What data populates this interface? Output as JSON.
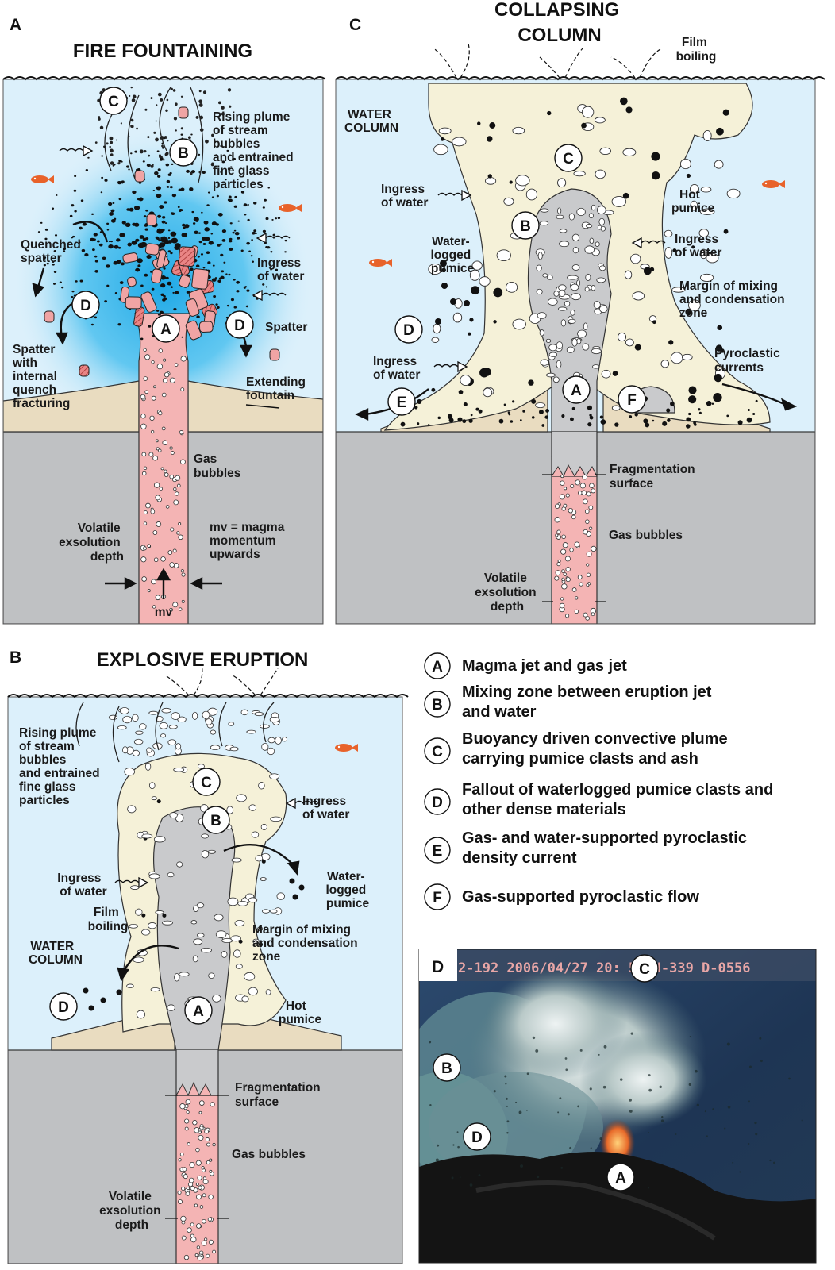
{
  "panels": {
    "a": {
      "letter": "A",
      "title": "FIRE FOUNTAINING",
      "labels": {
        "rising_plume": [
          "Rising plume",
          "of stream",
          "bubbles",
          "and entrained",
          "fine glass",
          "particles"
        ],
        "quenched_spatter": [
          "Quenched",
          "spatter"
        ],
        "ingress": [
          "Ingress",
          "of water"
        ],
        "spatter": "Spatter",
        "spatter_internal": [
          "Spatter",
          "with",
          "internal",
          "quench",
          "fracturing"
        ],
        "extending": [
          "Extending",
          "fountain"
        ],
        "gas_bubbles": [
          "Gas",
          "bubbles"
        ],
        "volatile": [
          "Volatile",
          "exsolution",
          "depth"
        ],
        "momentum": [
          "mv = magma",
          "momentum",
          "upwards"
        ],
        "mv": "mv"
      },
      "markers": [
        "C",
        "B",
        "D",
        "A",
        "D"
      ]
    },
    "c": {
      "letter": "C",
      "title": [
        "COLLAPSING",
        "COLUMN"
      ],
      "labels": {
        "film_boiling": [
          "Film",
          "boiling"
        ],
        "water_column": [
          "WATER",
          "COLUMN"
        ],
        "ingress1": [
          "Ingress",
          "of water"
        ],
        "hot_pumice": [
          "Hot",
          "pumice"
        ],
        "waterlogged": [
          "Water-",
          "logged",
          "pumice"
        ],
        "ingress2": [
          "Ingress",
          "of water"
        ],
        "margin": [
          "Margin of mixing",
          "and condensation",
          "zone"
        ],
        "ingress3": [
          "Ingress",
          "of water"
        ],
        "pyroclastic": [
          "Pyroclastic",
          "currents"
        ],
        "fragmentation": [
          "Fragmentation",
          "surface"
        ],
        "gas_bubbles": "Gas bubbles",
        "volatile": [
          "Volatile",
          "exsolution",
          "depth"
        ]
      },
      "markers": [
        "C",
        "B",
        "D",
        "A",
        "E",
        "F"
      ]
    },
    "b": {
      "letter": "B",
      "title": "EXPLOSIVE ERUPTION",
      "labels": {
        "rising_plume": [
          "Rising plume",
          "of stream",
          "bubbles",
          "and entrained",
          "fine glass",
          "particles"
        ],
        "ingress1": [
          "Ingress",
          "of water"
        ],
        "ingress2": [
          "Ingress",
          "of water"
        ],
        "film_boiling": [
          "Film",
          "boiling"
        ],
        "waterlogged": [
          "Water-",
          "logged",
          "pumice"
        ],
        "margin": [
          "Margin of mixing",
          "and condensation",
          "zone"
        ],
        "water_column": [
          "WATER",
          "COLUMN"
        ],
        "hot_pumice": [
          "Hot",
          "pumice"
        ],
        "fragmentation": [
          "Fragmentation",
          "surface"
        ],
        "gas_bubbles": "Gas bubbles",
        "volatile": [
          "Volatile",
          "exsolution",
          "depth"
        ]
      },
      "markers": [
        "C",
        "B",
        "D",
        "A"
      ]
    },
    "d": {
      "letter": "D",
      "stamp": "2-192 2006/04/27 20:  53 H-339 D-0556",
      "markers": [
        "C",
        "B",
        "D",
        "A"
      ]
    }
  },
  "legend": [
    {
      "key": "A",
      "lines": [
        "Magma jet and gas jet"
      ]
    },
    {
      "key": "B",
      "lines": [
        "Mixing zone between eruption jet",
        "and water"
      ]
    },
    {
      "key": "C",
      "lines": [
        "Buoyancy driven convective plume",
        "carrying pumice clasts and ash"
      ]
    },
    {
      "key": "D",
      "lines": [
        "Fallout of waterlogged pumice clasts and",
        "other dense materials"
      ]
    },
    {
      "key": "E",
      "lines": [
        "Gas- and water-supported pyroclastic",
        "density current"
      ]
    },
    {
      "key": "F",
      "lines": [
        "Gas-supported pyroclastic flow"
      ]
    }
  ],
  "colors": {
    "water": "#dcf0fb",
    "bedrock": "#bfc1c3",
    "magma": "#f4b4b4",
    "jet": "#c9cacc",
    "plume": "#f5f1d8",
    "cone": "#e9dcc0",
    "blue_glow": "#1ea8e6",
    "fish": "#e8622a"
  }
}
